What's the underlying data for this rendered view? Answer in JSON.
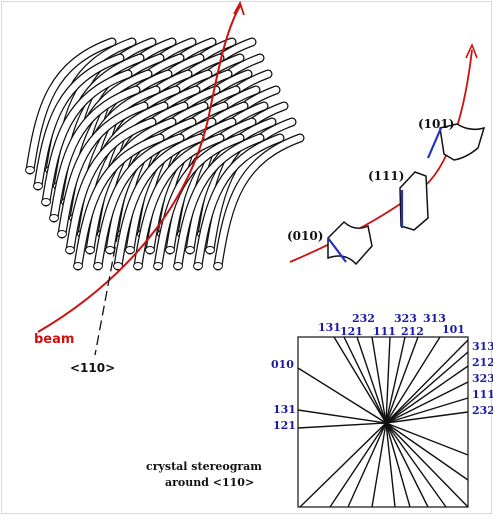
{
  "colors": {
    "beam": "#cc1111",
    "index_blue": "#1a1aa8",
    "ink": "#111111",
    "frame": "#d8d8d8"
  },
  "labels": {
    "beam": "beam",
    "axis_110": "<110>",
    "plane_101": "(101)",
    "plane_111": "(111)",
    "plane_010": "(010)",
    "caption_line1": "crystal stereogram",
    "caption_line2": "around   <110>"
  },
  "stereogram": {
    "top_labels": [
      "131",
      "121",
      "232",
      "111",
      "323",
      "212",
      "313",
      "101"
    ],
    "left_labels": [
      "010",
      "131",
      "121"
    ],
    "right_labels": [
      "313",
      "212",
      "323",
      "111",
      "232"
    ]
  }
}
